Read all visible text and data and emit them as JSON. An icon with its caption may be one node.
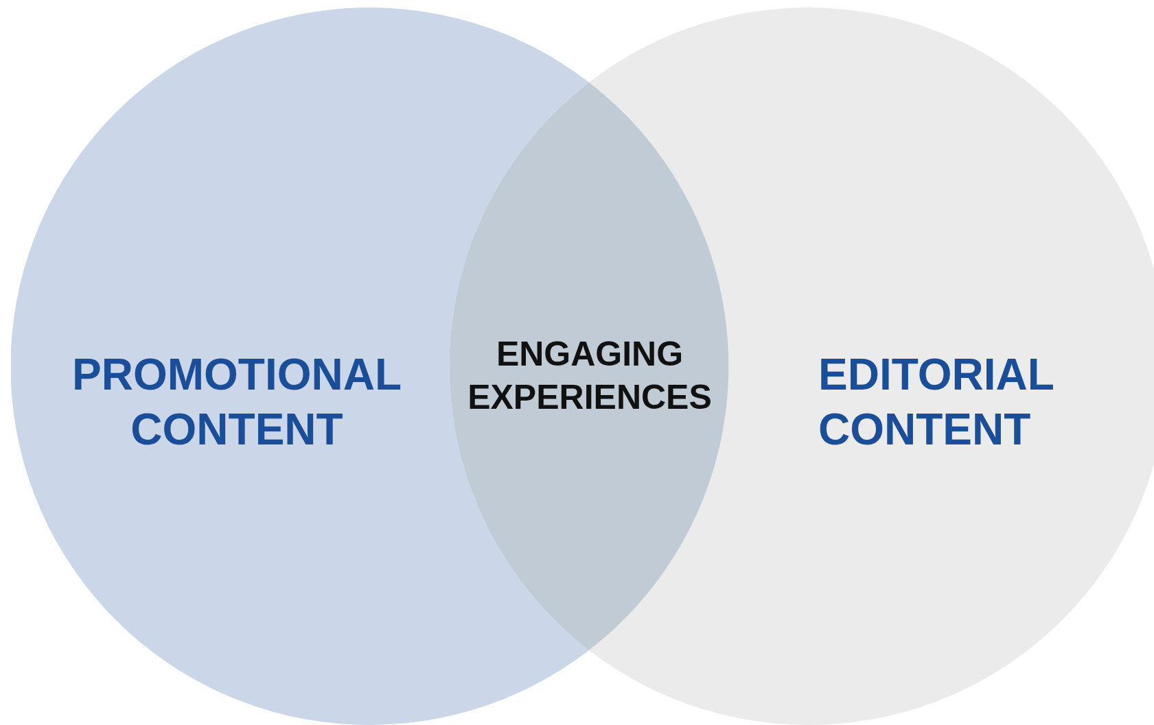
{
  "diagram": {
    "nodes": [
      {
        "text": [
          "PROMOTIONAL CONTENT"
        ]
      },
      {
        "text": [
          "EDITORIAL CONTENT"
        ]
      },
      {
        "text": [
          "ENGAGING EXPERIENCES"
        ]
      }
    ]
  }
}
